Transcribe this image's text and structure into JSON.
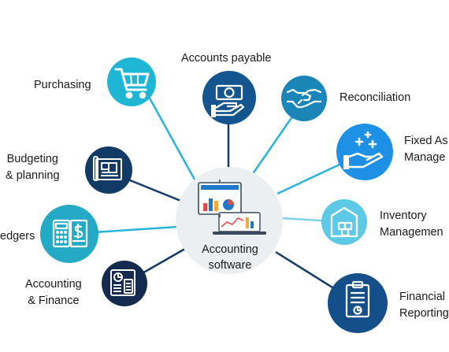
{
  "center": {
    "line1": "Accounting",
    "line2": "software",
    "icon": "laptop-presentation-icon"
  },
  "nodes": [
    {
      "key": "purchasing",
      "label_lines": [
        "Purchasing"
      ],
      "icon": "shopping-cart-icon",
      "color": "#1fb6d6"
    },
    {
      "key": "accounts-payable",
      "label_lines": [
        "Accounts payable"
      ],
      "icon": "money-hand-icon",
      "color": "#13558f"
    },
    {
      "key": "reconciliation",
      "label_lines": [
        "Reconciliation"
      ],
      "icon": "handshake-icon",
      "color": "#1a86b8"
    },
    {
      "key": "fixed-assets",
      "label_lines": [
        "Fixed As",
        "Manage"
      ],
      "icon": "hand-plus-icon",
      "color": "#1e90e6"
    },
    {
      "key": "inventory",
      "label_lines": [
        "Inventory",
        "Managemen"
      ],
      "icon": "warehouse-icon",
      "color": "#5dc9e6"
    },
    {
      "key": "financial-reporting",
      "label_lines": [
        "Financial",
        "Reporting"
      ],
      "icon": "report-clipboard-icon",
      "color": "#144f8a"
    },
    {
      "key": "accounting-finance",
      "label_lines": [
        "Accounting",
        "& Finance"
      ],
      "icon": "calculator-chart-icon",
      "color": "#142a4e"
    },
    {
      "key": "ledgers",
      "label_lines": [
        "edgers"
      ],
      "icon": "ledger-calculator-icon",
      "color": "#24aac6"
    },
    {
      "key": "budgeting",
      "label_lines": [
        "Budgeting",
        "& planning"
      ],
      "icon": "blueprint-icon",
      "color": "#113a66"
    }
  ],
  "colors": {
    "line_light": "#29b3d9",
    "line_dark": "#143a6a",
    "center_disc": "#eceff2"
  }
}
